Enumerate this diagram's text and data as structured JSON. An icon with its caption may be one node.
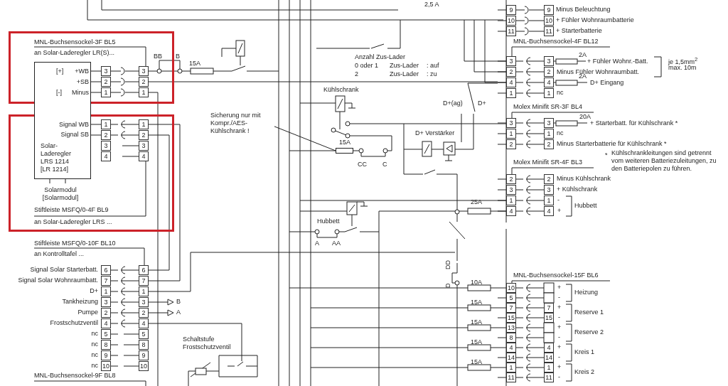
{
  "diagram": {
    "nodes": [
      {
        "text": [],
        "shape": "box"
      },
      {
        "text": [],
        "shape": "box"
      },
      {
        "text": [
          "[+]",
          "+WB",
          "+SB",
          "[-]",
          "Minus",
          "Signal WB",
          "Signal SB",
          "Solar- Laderegler LRS 1214 [LR 1214]"
        ]
      },
      {
        "text": [
          "Sicherung nur mit Kompr./AES- Kühlschrank !"
        ]
      },
      {
        "text": [],
        "shape": "bar",
        "beside": [
          "15A"
        ]
      }
    ],
    "edges": [
      {
        "from": 3,
        "to": 4,
        "arrow": "none"
      }
    ],
    "labels": [
      "2,5 A",
      "9",
      "9",
      "Minus Beleuchtung",
      "10",
      "10",
      "+ Fühler Wohnraumbatterie",
      "11",
      "11",
      "+ Starterbatterie",
      "MNL-Buchsensockel-3F BL5",
      "an Solar-Laderegler LR(S)...",
      "MNL-Buchsensockel-4F BL12",
      "BB",
      "B",
      "15A",
      "Anzahl Zus-Lader",
      "0 oder 1",
      "Zus-Lader",
      ": auf",
      "2",
      "Zus-Lader",
      ": zu",
      "3",
      "3",
      "2",
      "2",
      "1",
      "1",
      "3",
      "3",
      "2A",
      "+ Fühler Wohnr.-Batt.",
      "je 1,5mm$^{2}$",
      "max. 10m",
      "2",
      "2",
      "Minus Fühler Wohnraumbatt.",
      "4",
      "4",
      "2A",
      "D+ Eingang",
      "1",
      "1",
      "nc",
      "Kühlschrank",
      "D+(ag)",
      "D+",
      "Molex Minifit SR-3F BL4",
      "1",
      "1",
      "2",
      "2",
      "3",
      "3",
      "4",
      "4",
      "20A",
      "3",
      "3",
      "+ Starterbatt. für Kühlschrank *",
      "1",
      "1",
      "nc",
      "2",
      "2",
      "Minus Starterbatterie für Kühlschrank *",
      "D+ Verstärker",
      "CC",
      "C",
      "*",
      "Kühlschrankleitungen sind getrennt vom weiteren Batteriezuleitungen, zu den Batteriepolen zu führen.",
      "Molex Minifit SR-4F BL3",
      "2",
      "2",
      "Minus Kühlschrank",
      "3",
      "3",
      "+ Kühlschrank",
      "1",
      "1",
      "-",
      "4",
      "4",
      "+",
      "Hubbett",
      "25A",
      "Stiftleiste MSFQ/0-4F BL9",
      "an Solar-Laderegler LRS ...",
      "Hubbett",
      "A",
      "AA",
      "Stiftleiste MSFQ/0-10F BL10",
      "an Kontrolltafel ...",
      "DD",
      "D",
      "MNL-Buchsensockel-15F BL6",
      "Signal Solar Starterbatt.",
      "6",
      "6",
      "Signal Solar Wohnraumbatt.",
      "7",
      "7",
      "D+",
      "1",
      "1",
      "Tankheizung",
      "3",
      "3",
      "B",
      "Pumpe",
      "2",
      "2",
      "A",
      "Frostschutzventil",
      "4",
      "4",
      "nc",
      "5",
      "5",
      "nc",
      "8",
      "8",
      "nc",
      "9",
      "9",
      "nc",
      "10",
      "10",
      "10A",
      "15A",
      "15A",
      "15A",
      "15A",
      "10",
      "+",
      "5",
      "-",
      "Heizung",
      "7",
      "7",
      "+",
      "15",
      "15",
      "-",
      "Reserve 1",
      "13",
      "+",
      "8",
      "-",
      "Reserve 2",
      "4",
      "4",
      "+",
      "14",
      "14",
      "-",
      "Kreis 1",
      "1",
      "1",
      "+",
      "11",
      "11",
      "-",
      "Kreis 2",
      "Schaltstufe Frostschutzventil",
      "MNL-Buchsensockel-9F BL8",
      "Solarmodul [Solarmodul]"
    ]
  }
}
